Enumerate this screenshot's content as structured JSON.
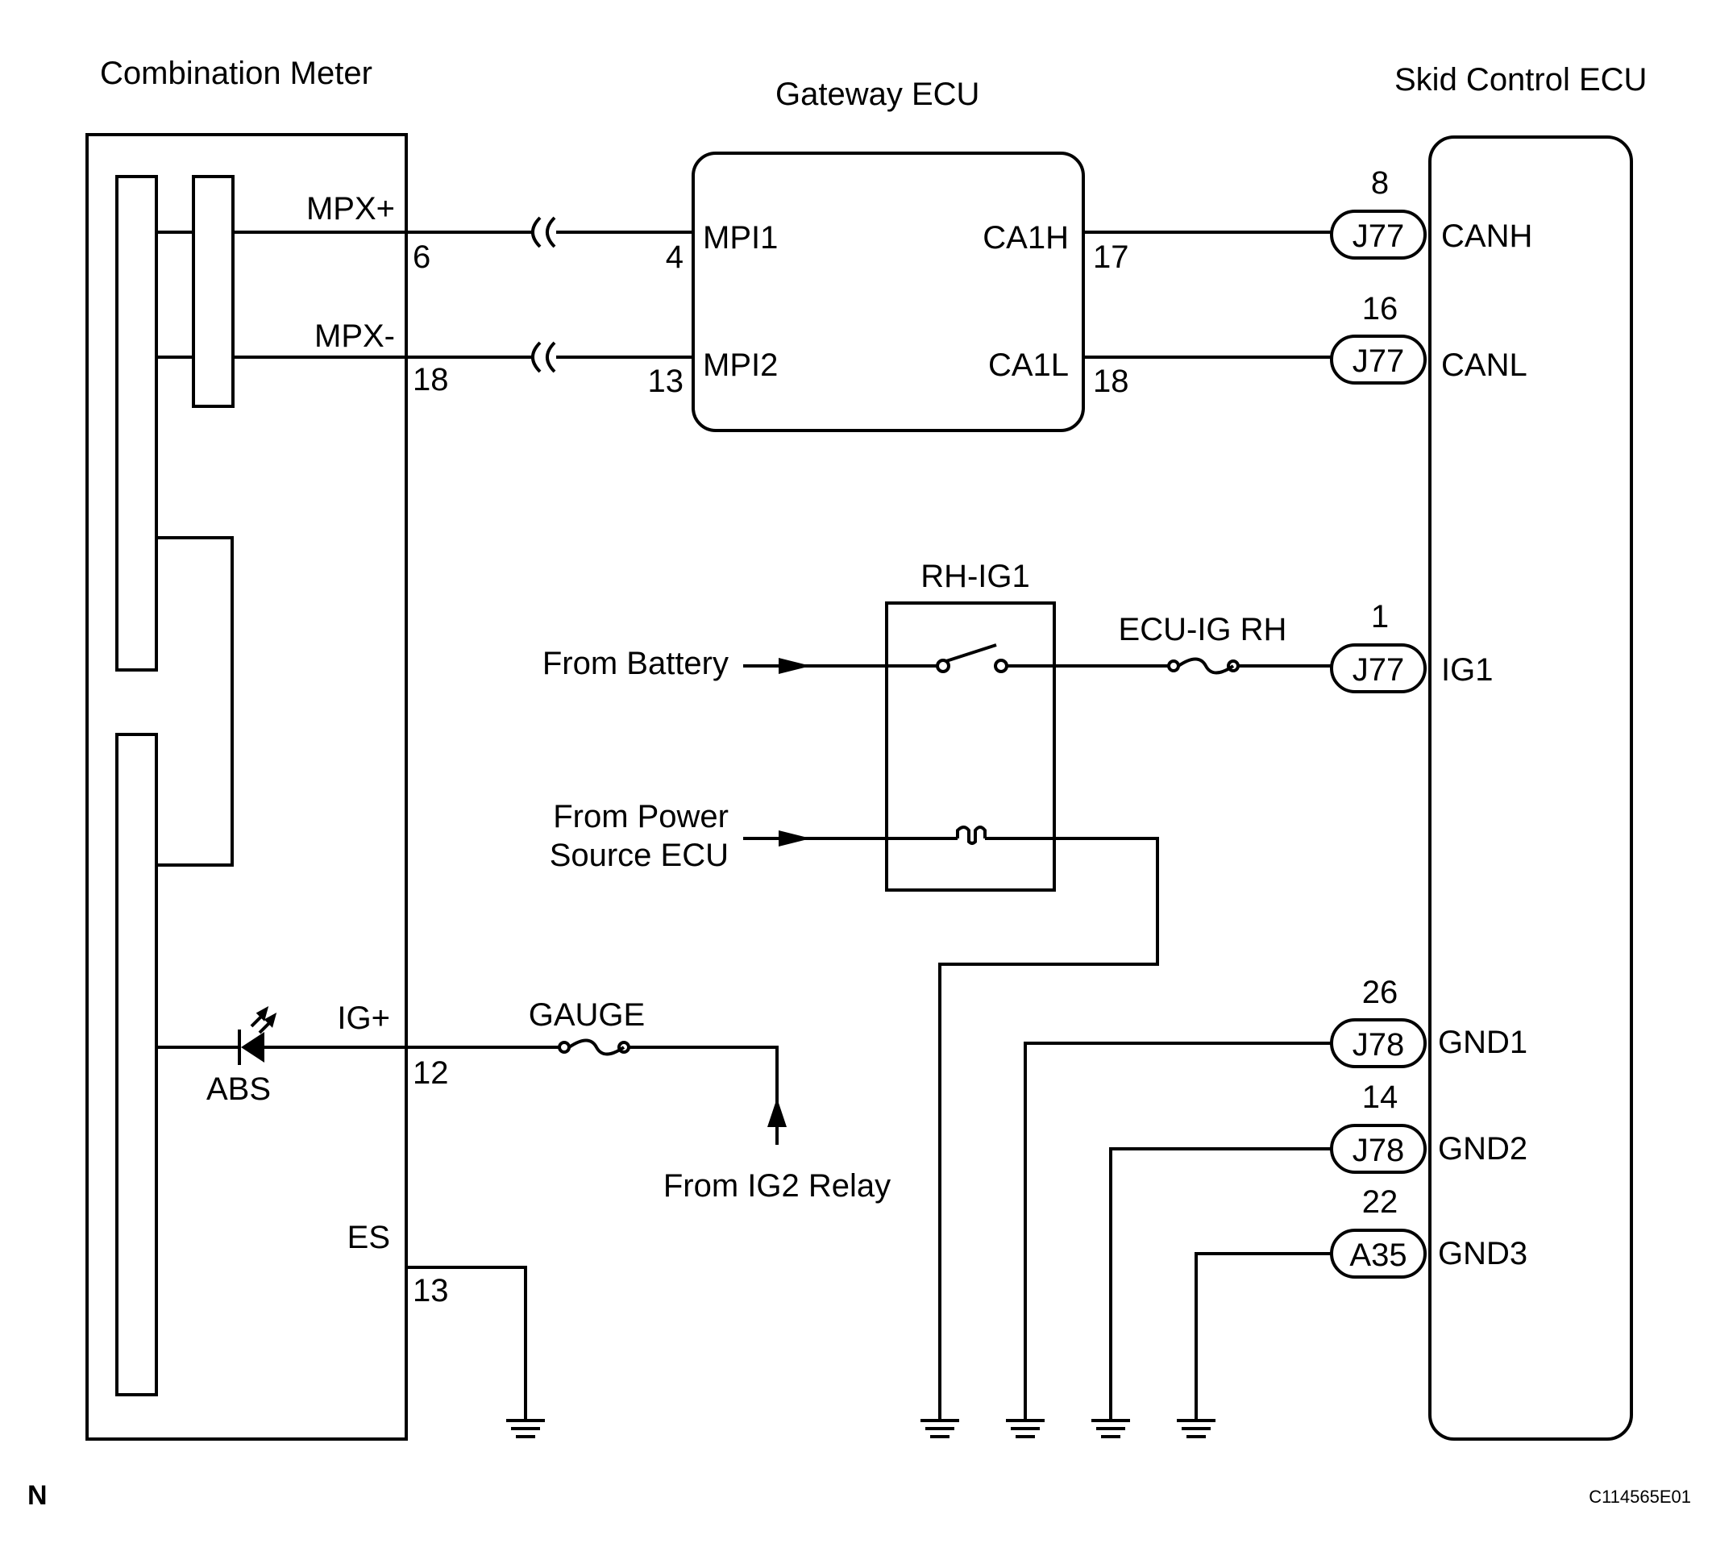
{
  "components": {
    "combination_meter": "Combination Meter",
    "gateway_ecu": "Gateway ECU",
    "skid_control_ecu": "Skid Control ECU",
    "relay": "RH-IG1"
  },
  "meter_terminals": {
    "mpx_plus": "MPX+",
    "mpx_plus_pin": "6",
    "mpx_minus": "MPX-",
    "mpx_minus_pin": "18",
    "ig_plus": "IG+",
    "ig_plus_pin": "12",
    "es": "ES",
    "es_pin": "13",
    "abs_lamp": "ABS"
  },
  "gateway_terminals": {
    "mpi1": "MPI1",
    "mpi1_pin": "4",
    "mpi2": "MPI2",
    "mpi2_pin": "13",
    "ca1h": "CA1H",
    "ca1h_pin": "17",
    "ca1l": "CA1L",
    "ca1l_pin": "18"
  },
  "skid_terminals": [
    {
      "pin": "8",
      "connector": "J77",
      "name": "CANH"
    },
    {
      "pin": "16",
      "connector": "J77",
      "name": "CANL"
    },
    {
      "pin": "1",
      "connector": "J77",
      "name": "IG1"
    },
    {
      "pin": "26",
      "connector": "J78",
      "name": "GND1"
    },
    {
      "pin": "14",
      "connector": "J78",
      "name": "GND2"
    },
    {
      "pin": "22",
      "connector": "A35",
      "name": "GND3"
    }
  ],
  "fuses": {
    "ecu_ig_rh": "ECU-IG RH",
    "gauge": "GAUGE"
  },
  "sources": {
    "battery": "From Battery",
    "power_source_line1": "From Power",
    "power_source_line2": "Source ECU",
    "ig2_relay": "From IG2 Relay"
  },
  "footer": {
    "left_mark": "N",
    "figure_code": "C114565E01"
  }
}
